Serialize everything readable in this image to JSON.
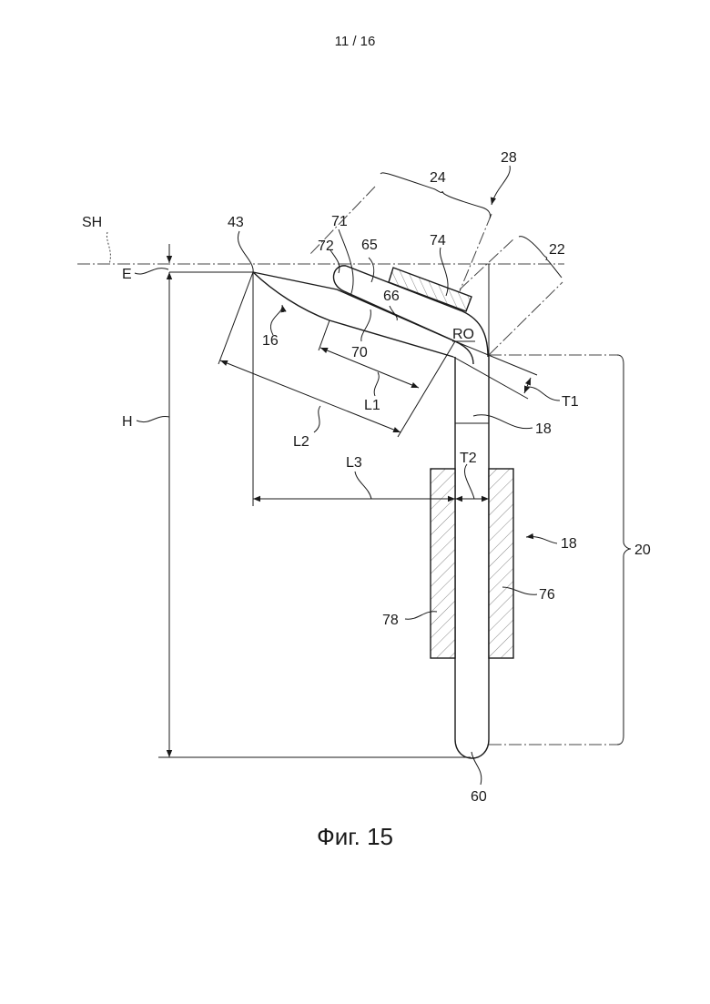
{
  "page": {
    "number": "11 / 16"
  },
  "figure": {
    "caption": "Фиг. 15"
  },
  "labels": {
    "sh": "SH",
    "e": "E",
    "h": "H",
    "n43": "43",
    "n16": "16",
    "n72": "72",
    "n71": "71",
    "n65": "65",
    "n66": "66",
    "n70": "70",
    "n74": "74",
    "n24": "24",
    "n28": "28",
    "n22": "22",
    "ro": "RO",
    "l1": "L1",
    "l2": "L2",
    "l3": "L3",
    "t1": "T1",
    "t2": "T2",
    "n18a": "18",
    "n18b": "18",
    "n20": "20",
    "n76": "76",
    "n78": "78",
    "n60": "60"
  }
}
